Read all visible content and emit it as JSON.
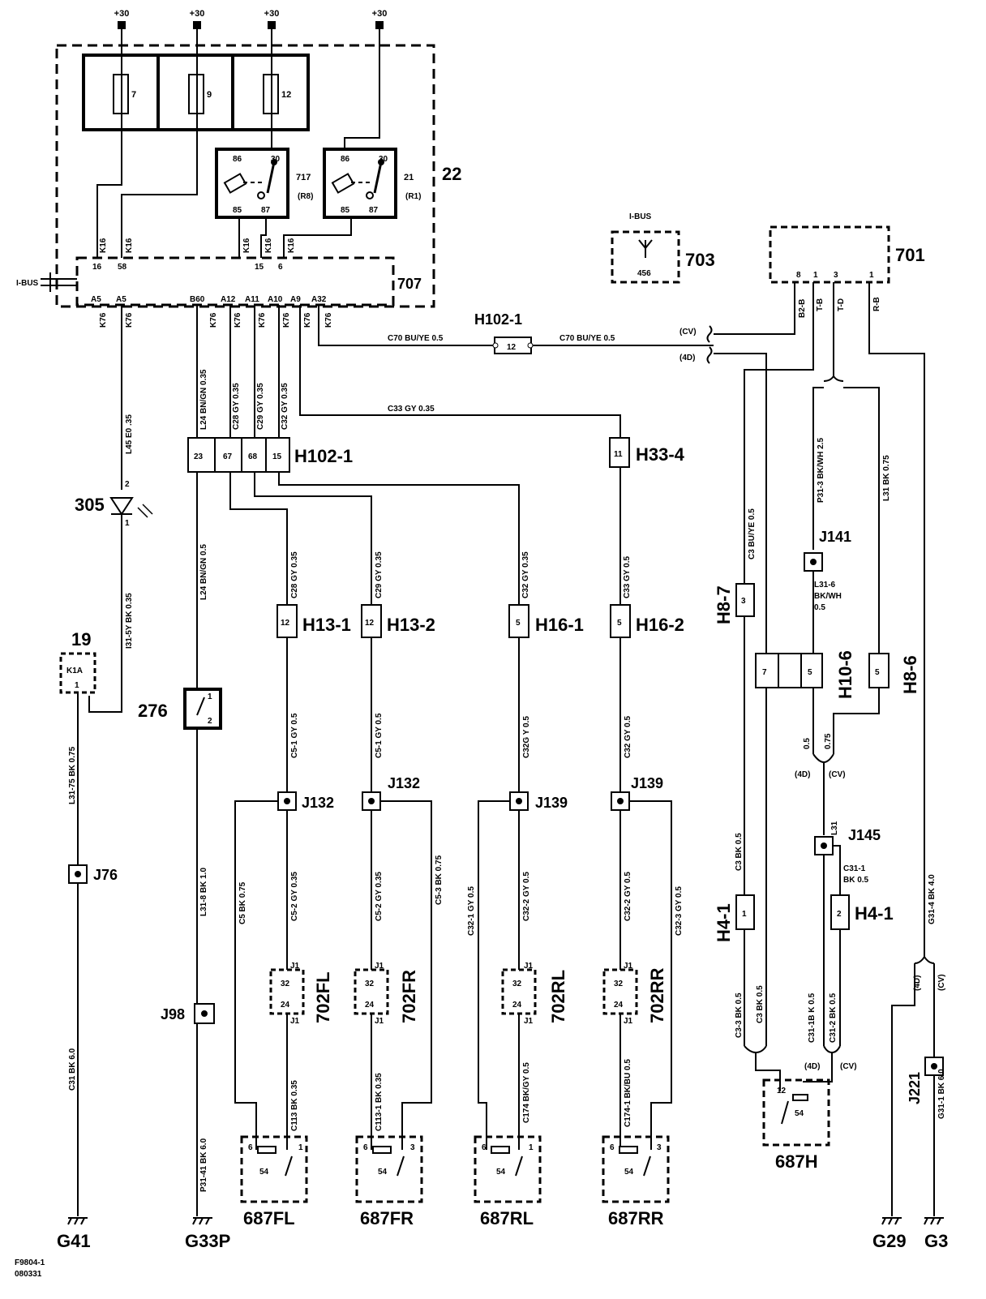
{
  "supplies": [
    "+30",
    "+30",
    "+30",
    "+30"
  ],
  "fuses": [
    "7",
    "9",
    "12"
  ],
  "relays": [
    {
      "pins": [
        "86",
        "30",
        "85",
        "87"
      ],
      "num": "717",
      "sub": "(R8)"
    },
    {
      "pins": [
        "86",
        "30",
        "85",
        "87"
      ],
      "num": "21",
      "sub": "(R1)"
    }
  ],
  "ids": {
    "c22": "22",
    "c707": "707",
    "c703": "703",
    "c701": "701",
    "ibus": "I-BUS",
    "ibus2": "I-BUS",
    "ibus_pin": "456",
    "h102a": "H102-1",
    "h102b": "H102-1",
    "h33": "H33-4",
    "h13_1": "H13-1",
    "h13_2": "H13-2",
    "h16_1": "H16-1",
    "h16_2": "H16-2",
    "j132a": "J132",
    "j132b": "J132",
    "j139a": "J139",
    "j139b": "J139",
    "c702fl": "702FL",
    "c702fr": "702FR",
    "c702rl": "702RL",
    "c702rr": "702RR",
    "s687fl": "687FL",
    "s687fr": "687FR",
    "s687rl": "687RL",
    "s687rr": "687RR",
    "s687h": "687H",
    "c305": "305",
    "c19": "19",
    "k1a": "K1A",
    "k1a_pin": "1",
    "c276": "276",
    "j76": "J76",
    "j98": "J98",
    "g41": "G41",
    "g33p": "G33P",
    "g29": "G29",
    "g3": "G3",
    "h8_7": "H8-7",
    "h10_6": "H10-6",
    "h8_6": "H8-6",
    "j141": "J141",
    "j145": "J145",
    "h4_1a": "H4-1",
    "h4_1b": "H4-1",
    "j221": "J221",
    "footer1": "F9804-1",
    "footer2": "080331"
  },
  "pins707_top": [
    "16",
    "58",
    "15",
    "6"
  ],
  "pins707_bot": [
    "A5",
    "A5",
    "B60",
    "A12",
    "A11",
    "A10",
    "A9",
    "A32"
  ],
  "wires_k16": [
    "K16",
    "K16",
    "K16",
    "K16",
    "K16"
  ],
  "wires_k76": [
    "K76",
    "K76",
    "K76",
    "K76",
    "K76",
    "K76",
    "K76",
    "K76"
  ],
  "h102_pins": [
    "23",
    "67",
    "68",
    "15"
  ],
  "misc": {
    "c70a": "C70  BU/YE  0.5",
    "c70b": "C70  BU/YE  0.5",
    "c33": "C33  GY  0.35",
    "cv": "(CV)",
    "d4": "(4D)",
    "cv2": "(CV)",
    "d4_2": "(4D)",
    "cv3": "(CV)",
    "d4_3": "(4D)",
    "cv4": "(CV)",
    "d4_4": "(4D)",
    "pin12": "12",
    "pin11": "11",
    "pin12a": "12",
    "pin12b": "12",
    "pin5a": "5",
    "pin5b": "5",
    "pin3": "3",
    "pin7": "7",
    "pin5c": "5",
    "pin5d": "5",
    "pin1": "1",
    "pin2": "2",
    "pin1_276": "1",
    "pin2_276": "2",
    "pin2_305": "2",
    "pin1_305": "1",
    "pin32": "32",
    "pin24": "24",
    "j1": "J1",
    "w_l24": "L24 BN/GN  0.35",
    "w_c28": "C28  GY  0.35",
    "w_c29": "C29 GY  0.35",
    "w_c32": "C32  GY  0.35",
    "w_l45": "L45     E0  .35",
    "w_i31": "I31-5Y  BK  0.35",
    "w_l31_75": "L31-75    BK  0.75",
    "w_c31": "C31   BK   6.0",
    "w_l24b": "L24  BN/GN   0.5",
    "w_l318": "L31-8    BK   1.0",
    "w_p3141": "P31-41  BK   6.0",
    "w_c28b": "C28  GY  0.35",
    "w_c29b": "C29  GY 0.35",
    "w_c32b": "C32 GY 0.35",
    "w_c33b": "C33   GY   0.5",
    "w_c51a": "C5-1  GY   0.5",
    "w_c51b": "C5-1  GY   0.5",
    "w_c32g": "C32G   Y   0.5",
    "w_c32c": "C32   GY   0.5",
    "w_c5": "C5  BK   0.75",
    "w_c52a": "C5-2   GY 0.35",
    "w_c52b": "C5-2   GY 0.35",
    "w_c53": "C5-3   BK   0.75",
    "w_c321": "C32-1   GY   0.5",
    "w_c322": "C32-2   GY   0.5",
    "w_c322b": "C32-2   GY   0.5",
    "w_c323": "C32-3   GY   0.5",
    "w_c113": "C113   BK   0.35",
    "w_c1131": "C113-1  BK   0.35",
    "w_c174": "C174  BK/GY  0.5",
    "w_c1741": "C174-1 BK/BU  0.5",
    "w_b2b": "B2-B",
    "w_tb": "T-B",
    "w_td": "T-D",
    "w_rb": "R-B",
    "w_c3": "C3   BU/YE   0.5",
    "w_p313": "P31-3   BK/WH   2.5",
    "w_l31": "L31   BK   0.75",
    "w_l316": "L31-6",
    "w_bkwh": "BK/WH",
    "w_05": "0.5",
    "w_06": "0.5",
    "w_075": "0.75",
    "w_c3bk": "C3  BK   0.5",
    "w_l31b": "L31",
    "w_c311": "C31-1",
    "w_bk05": "BK  0.5",
    "w_c33bk": "C3-3  BK  0.5",
    "w_c3bk2": "C3  BK  0.5",
    "w_c31b": "C31-1B  K   0.5",
    "w_c312": "C31-2  BK  0.5",
    "w_g314": "G31-4  BK   4.0",
    "w_g311": "G31-1  BK   6.0",
    "p701a": "8",
    "p701b": "1",
    "p701c": "3",
    "p701d": "1"
  },
  "pin54": "54",
  "pin6": "6",
  "pin3": "3",
  "pin1": "1",
  "pin12": "12"
}
